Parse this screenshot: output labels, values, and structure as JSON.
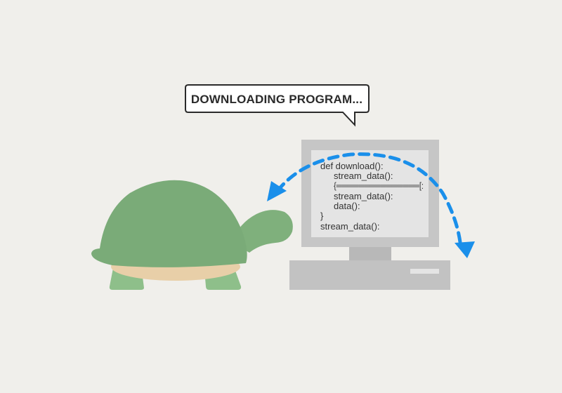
{
  "speech_bubble": {
    "text": "DOWNLOADING PROGRAM..."
  },
  "screen_code": {
    "lines": [
      "def download():",
      "stream_data():",
      "{═══════════════[:",
      "stream_data():",
      "data():",
      "}",
      "stream_data():"
    ]
  },
  "colors": {
    "background": "#f0efeb",
    "shell": "#7aab78",
    "legs": "#8ebf8a",
    "belly": "#e8cfa8",
    "monitor": "#c4c4c4",
    "screen": "#e3e3e3",
    "arrow": "#1a8fea"
  }
}
